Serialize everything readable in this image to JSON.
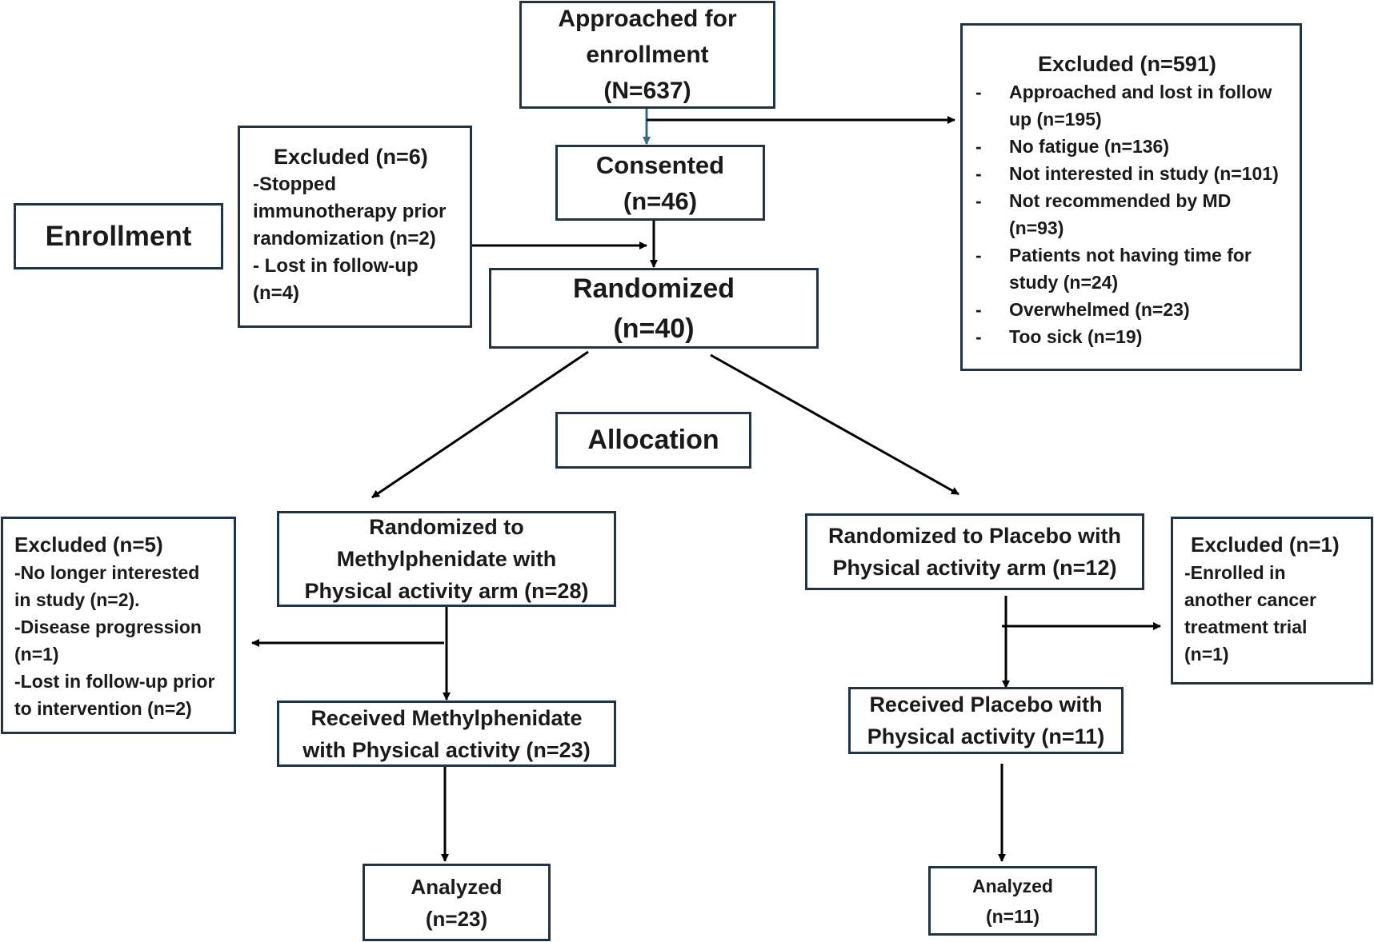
{
  "approached": {
    "lines": [
      "Approached for",
      "enrollment",
      "(N=637)"
    ]
  },
  "consented": {
    "lines": [
      "Consented",
      "(n=46)"
    ]
  },
  "randomized": {
    "lines": [
      "Randomized",
      "(n=40)"
    ]
  },
  "enrollment_label": "Enrollment",
  "allocation_label": "Allocation",
  "excluded_enrollment": {
    "title": "Excluded (n=6)",
    "lines": [
      "-Stopped",
      "immunotherapy prior",
      "randomization (n=2)",
      "- Lost in follow-up",
      "(n=4)"
    ]
  },
  "excluded_approached": {
    "title": "Excluded (n=591)",
    "items": [
      {
        "first": "Approached and lost in follow",
        "rest": "up (n=195)"
      },
      {
        "first": "No fatigue (n=136)",
        "rest": ""
      },
      {
        "first": "Not interested in study (n=101)",
        "rest": ""
      },
      {
        "first": "Not recommended by MD",
        "rest": "(n=93)"
      },
      {
        "first": "Patients not having time for",
        "rest": "study (n=24)"
      },
      {
        "first": "Overwhelmed (n=23)",
        "rest": ""
      },
      {
        "first": "Too sick (n=19)",
        "rest": ""
      }
    ]
  },
  "arm_methylphenidate": {
    "lines": [
      "Randomized to",
      "Methylphenidate with",
      "Physical activity arm (n=28)"
    ]
  },
  "arm_placebo": {
    "lines": [
      "Randomized to Placebo with",
      "Physical activity arm (n=12)"
    ]
  },
  "excluded_methylphenidate": {
    "title": "Excluded (n=5)",
    "lines": [
      "-No longer interested",
      "in study (n=2).",
      "-Disease progression",
      "(n=1)",
      "-Lost in follow-up prior",
      "to intervention (n=2)"
    ]
  },
  "excluded_placebo": {
    "title": "Excluded (n=1)",
    "lines": [
      "-Enrolled in",
      "another cancer",
      "treatment trial",
      "(n=1)"
    ]
  },
  "received_methylphenidate": {
    "lines": [
      "Received Methylphenidate",
      "with Physical activity (n=23)"
    ]
  },
  "received_placebo": {
    "lines": [
      "Received Placebo with",
      "Physical activity (n=11)"
    ]
  },
  "analyzed_methylphenidate": {
    "lines": [
      "Analyzed",
      "(n=23)"
    ]
  },
  "analyzed_placebo": {
    "lines": [
      "Analyzed",
      "(n=11)"
    ]
  },
  "colors": {
    "border": "#1f3547",
    "arrow": "#000000",
    "teal_arrow": "#2f6b8a"
  }
}
